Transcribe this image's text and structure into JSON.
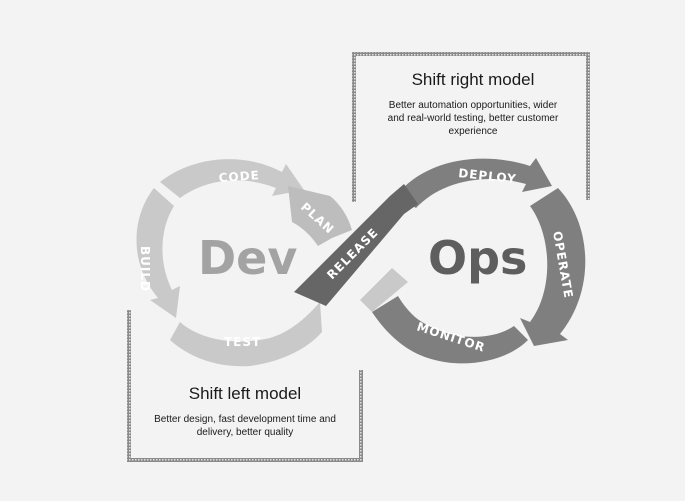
{
  "diagram": {
    "dev_label": "Dev",
    "ops_label": "Ops",
    "segments": {
      "code": "CODE",
      "plan": "PLAN",
      "build": "BUILD",
      "test": "TEST",
      "release": "RELEASE",
      "deploy": "DEPLOY",
      "operate": "OPERATE",
      "monitor": "MONITOR"
    },
    "colors": {
      "dev_loop": "#c9c9c9",
      "ops_loop": "#7f7f7f",
      "release": "#666666",
      "dev_text": "#a3a3a3",
      "ops_text": "#5e5e5e"
    }
  },
  "shift_right": {
    "title": "Shift right model",
    "description_line1": "Better automation opportunities, wider",
    "description_line2": "and real-world testing, better customer",
    "description_line3": "experience"
  },
  "shift_left": {
    "title": "Shift left model",
    "description_line1": "Better design, fast development time and",
    "description_line2": "delivery, better quality"
  }
}
